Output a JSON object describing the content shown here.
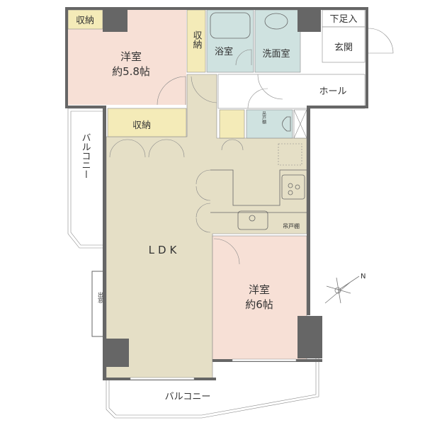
{
  "colors": {
    "western_room": "#f7e0d6",
    "storage": "#f4ebb8",
    "wet_area": "#cfe2e0",
    "ldk": "#e5dfc6",
    "wall": "#666666",
    "hall": "#ffffff"
  },
  "rooms": {
    "bedroom1": {
      "name": "洋室",
      "size": "約5.8帖"
    },
    "bedroom2": {
      "name": "洋室",
      "size": "約6帖"
    },
    "ldk": {
      "name": "LDK"
    },
    "bath": {
      "name": "浴室"
    },
    "washroom": {
      "name": "洗面室"
    },
    "entrance": {
      "name": "玄関"
    },
    "shoe_storage": {
      "name": "下足入"
    },
    "hall": {
      "name": "ホール"
    },
    "closet_top_left": {
      "name": "収納"
    },
    "closet_vertical": {
      "name": "収納"
    },
    "closet_ldk": {
      "name": "収納"
    },
    "balcony_left": {
      "name": "バルコニー"
    },
    "balcony_bottom": {
      "name": "バルコニー"
    },
    "bay_window": {
      "name": "出窓"
    },
    "toilet_cabinet": {
      "name": "吊戸棚"
    },
    "kitchen_cabinet": {
      "name": "吊戸棚"
    }
  },
  "compass": {
    "north_label": "N",
    "icon": "compass-rose-icon"
  }
}
